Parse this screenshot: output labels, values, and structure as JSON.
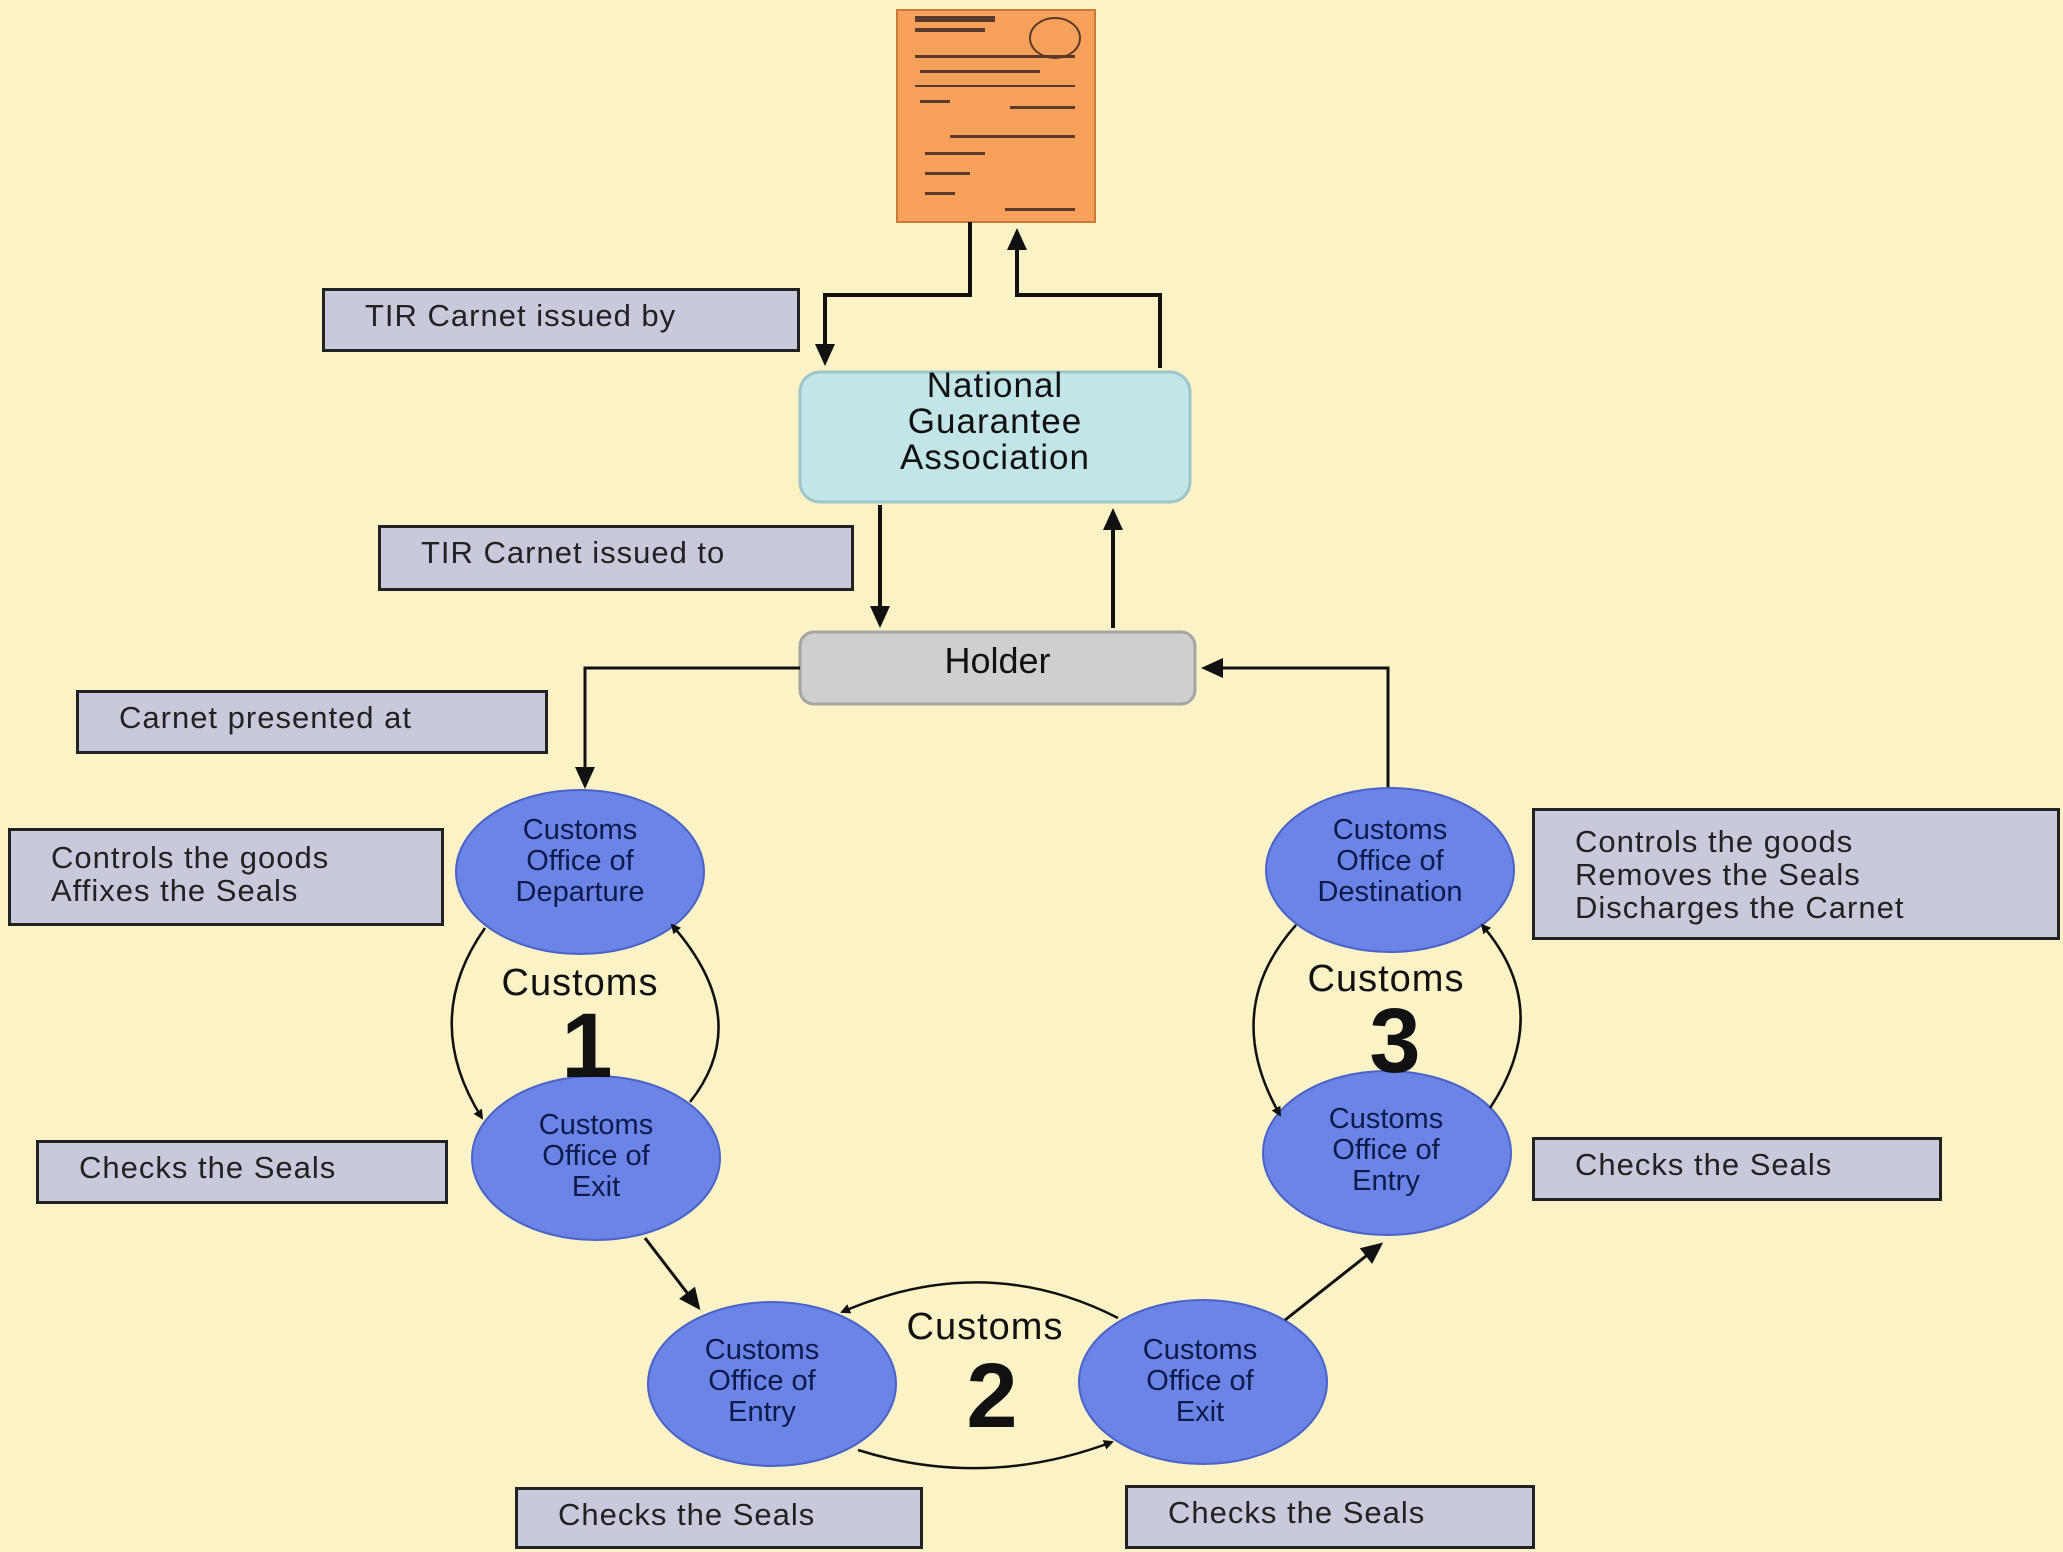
{
  "nodes": {
    "nga": "National\nGuarantee\nAssociation",
    "holder": "Holder",
    "departure": "Customs\nOffice of\nDeparture",
    "exit1": "Customs\nOffice of\nExit",
    "entry2": "Customs\nOffice of\nEntry",
    "exit2": "Customs\nOffice of\nExit",
    "entry3": "Customs\nOffice of\nEntry",
    "destination": "Customs\nOffice of\nDestination"
  },
  "labels": {
    "issued_by": "TIR Carnet issued by",
    "issued_to": "TIR Carnet issued to",
    "presented_at": "Carnet presented at",
    "departure_actions": "Controls the goods\nAffixes the Seals",
    "destination_actions": "Controls the goods\nRemoves the Seals\nDischarges the Carnet",
    "checks_exit1": "Checks the Seals",
    "checks_entry3": "Checks the Seals",
    "checks_entry2": "Checks the Seals",
    "checks_exit2": "Checks the Seals"
  },
  "groups": [
    {
      "word": "Customs",
      "number": "1"
    },
    {
      "word": "Customs",
      "number": "2"
    },
    {
      "word": "Customs",
      "number": "3"
    }
  ],
  "colors": {
    "background": "#fbf3c6",
    "customs_circle": "#6b84e6",
    "label_box": "#c9c9dc",
    "nga_box": "#c2e6e8",
    "holder_box": "#cfcfcf",
    "document": "#f7a05a"
  }
}
